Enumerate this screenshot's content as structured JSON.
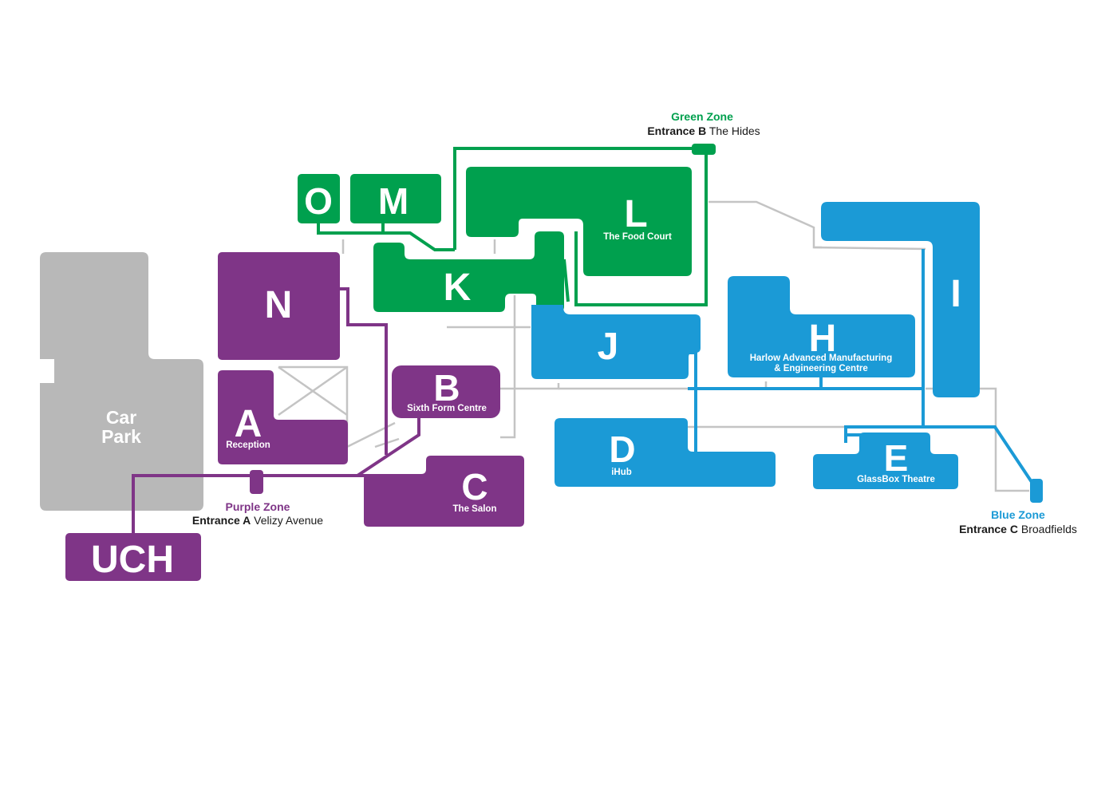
{
  "colors": {
    "green": "#00a04e",
    "purple": "#7f3587",
    "blue": "#1b9ad6",
    "grey": "#b8b8b8",
    "path_grey": "#c4c4c4"
  },
  "buildings": {
    "car_park": {
      "line1": "Car",
      "line2": "Park"
    },
    "o": {
      "letter": "O"
    },
    "m": {
      "letter": "M"
    },
    "l": {
      "letter": "L",
      "name": "The Food Court"
    },
    "k": {
      "letter": "K"
    },
    "n": {
      "letter": "N"
    },
    "a": {
      "letter": "A",
      "name": "Reception"
    },
    "b": {
      "letter": "B",
      "name": "Sixth Form Centre"
    },
    "c": {
      "letter": "C",
      "name": "The Salon"
    },
    "uch": {
      "letter": "UCH"
    },
    "j": {
      "letter": "J"
    },
    "h": {
      "letter": "H",
      "name_line1": "Harlow Advanced Manufacturing",
      "name_line2": "& Engineering Centre"
    },
    "i": {
      "letter": "I"
    },
    "d": {
      "letter": "D",
      "name": "iHub"
    },
    "e": {
      "letter": "E",
      "name": "GlassBox Theatre"
    }
  },
  "zones": {
    "green": {
      "title": "Green Zone",
      "entrance_label": "Entrance B",
      "entrance_place": "The Hides"
    },
    "purple": {
      "title": "Purple Zone",
      "entrance_label": "Entrance A",
      "entrance_place": "Velizy Avenue"
    },
    "blue": {
      "title": "Blue Zone",
      "entrance_label": "Entrance C",
      "entrance_place": "Broadfields"
    }
  }
}
